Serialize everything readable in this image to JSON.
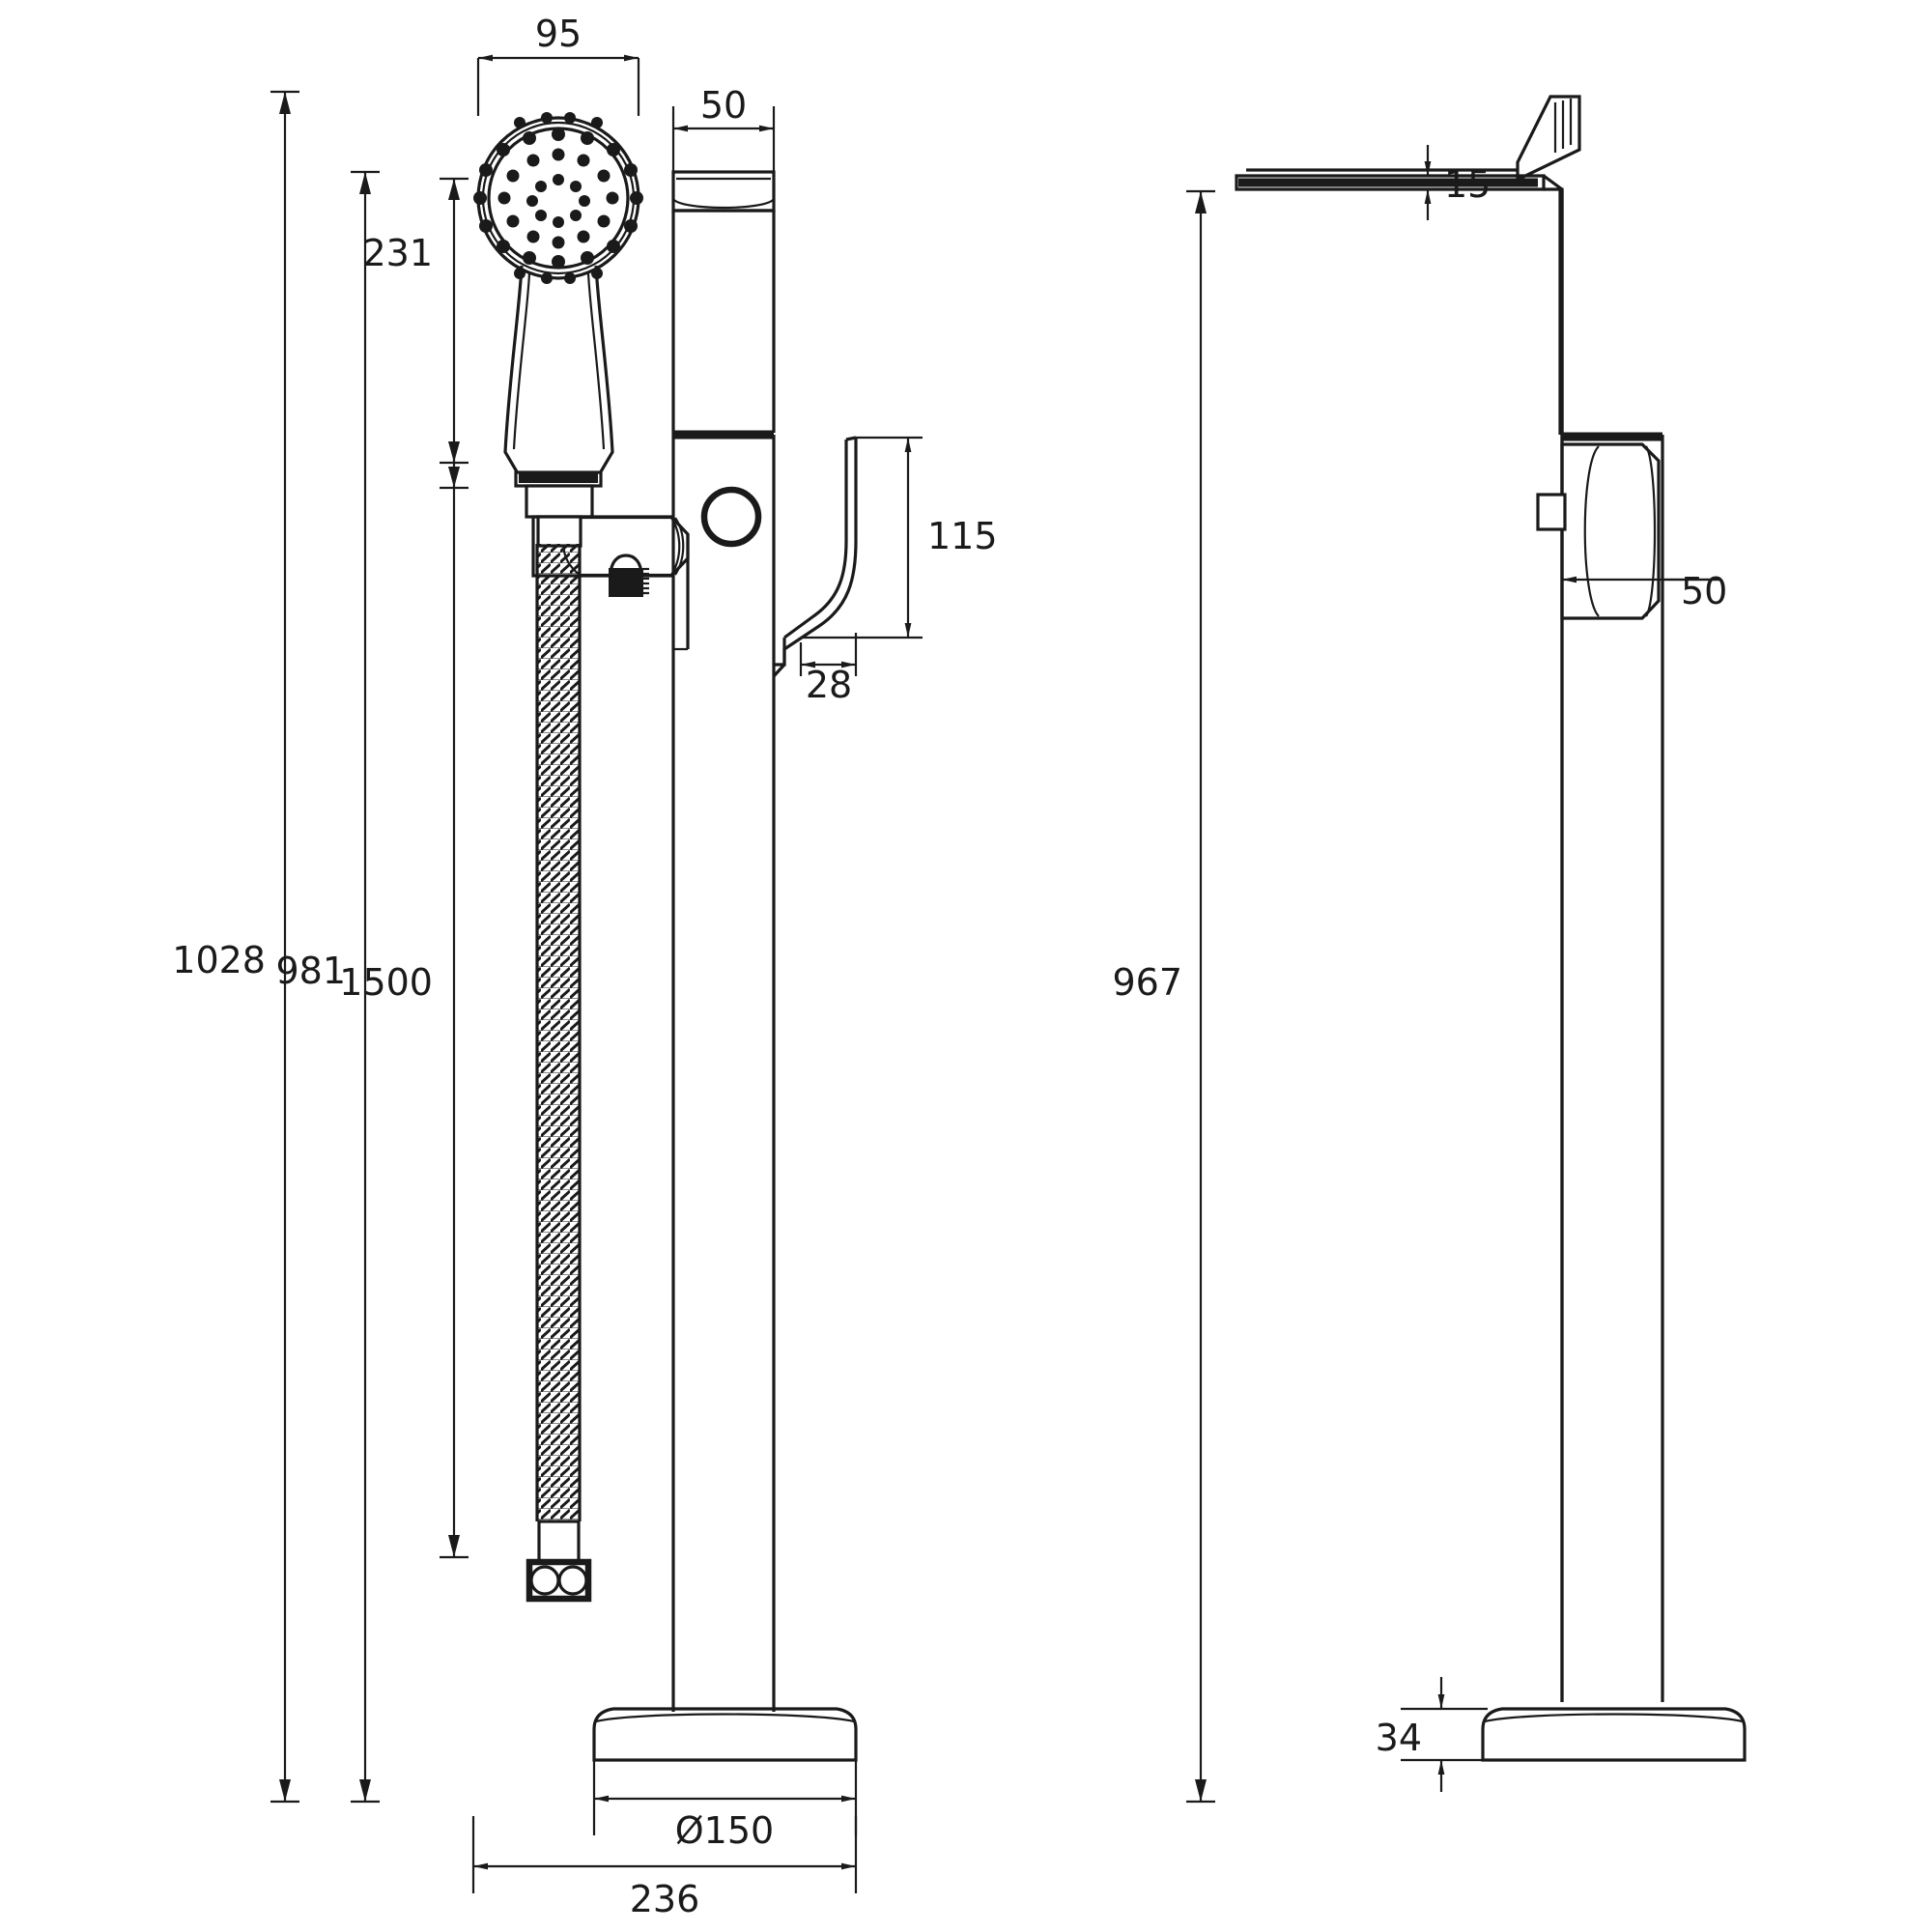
{
  "document": {
    "type": "technical-drawing",
    "subject": "Floor standing bath shower mixer tap",
    "units": "mm",
    "views": [
      "front-elevation",
      "side-elevation"
    ]
  },
  "dimensions": {
    "shower_head_diameter": "95",
    "shower_handset_length": "231",
    "spout_width": "50",
    "lever_handle_height": "115",
    "lever_handle_depth": "28",
    "overall_height_outer": "1028",
    "overall_height_inner": "981",
    "hose_length": "1500",
    "side_overall_height": "967",
    "spout_thickness": "15",
    "body_depth": "50",
    "base_height": "34",
    "base_diameter": "Ø150",
    "base_overall_width": "236"
  },
  "labels": {
    "d95": "95",
    "d231": "231",
    "d50_spout": "50",
    "d115": "115",
    "d28": "28",
    "d1028": "1028",
    "d981": "981",
    "d1500": "1500",
    "d967": "967",
    "d15": "15",
    "d50_body": "50",
    "d34": "34",
    "d150": "Ø150",
    "d236": "236"
  },
  "colors": {
    "line": "#1a1a1a",
    "background": "#ffffff"
  }
}
